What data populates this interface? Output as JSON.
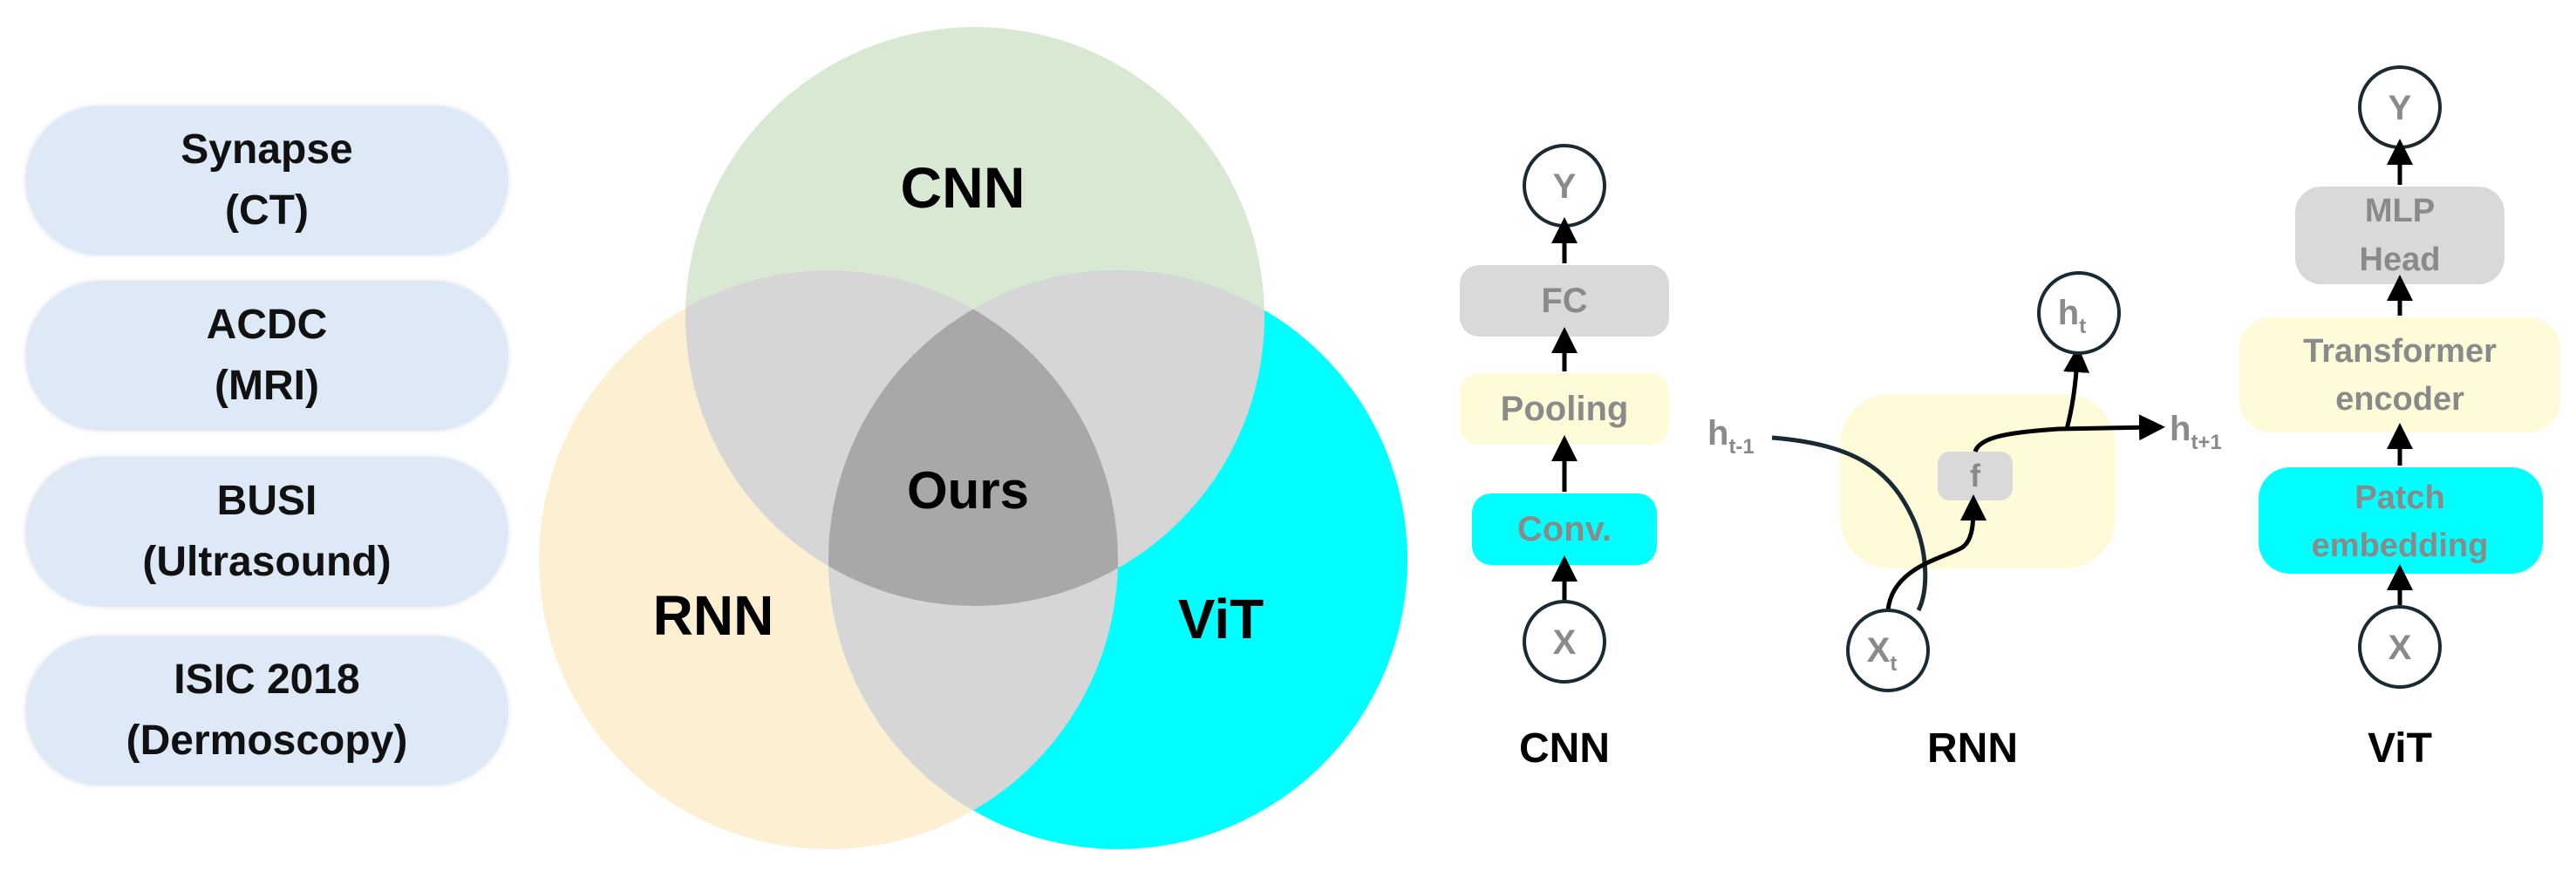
{
  "datasets": [
    {
      "name": "Synapse",
      "modality": "(CT)"
    },
    {
      "name": "ACDC",
      "modality": "(MRI)"
    },
    {
      "name": "BUSI",
      "modality": "(Ultrasound)"
    },
    {
      "name": "ISIC 2018",
      "modality": "(Dermoscopy)"
    }
  ],
  "venn": {
    "cnn": "CNN",
    "rnn": "RNN",
    "vit": "ViT",
    "center": "Ours",
    "colors": {
      "cnn": "#d8e8d2",
      "rnn": "#fdf0d2",
      "vit": "#00ffff",
      "overlap": "#d6d6d6",
      "center": "#a8a8a8"
    }
  },
  "cnn_diagram": {
    "input": "X",
    "conv": "Conv.",
    "pooling": "Pooling",
    "fc": "FC",
    "output": "Y",
    "caption": "CNN"
  },
  "rnn_diagram": {
    "input": "X",
    "input_sub": "t",
    "prev_state": "h",
    "prev_state_sub": "t-1",
    "next_state": "h",
    "next_state_sub": "t+1",
    "output": "h",
    "output_sub": "t",
    "cell": "f",
    "caption": "RNN"
  },
  "vit_diagram": {
    "input": "X",
    "patch_line1": "Patch",
    "patch_line2": "embedding",
    "encoder_line1": "Transformer",
    "encoder_line2": "encoder",
    "head_line1": "MLP",
    "head_line2": "Head",
    "output": "Y",
    "caption": "ViT"
  }
}
